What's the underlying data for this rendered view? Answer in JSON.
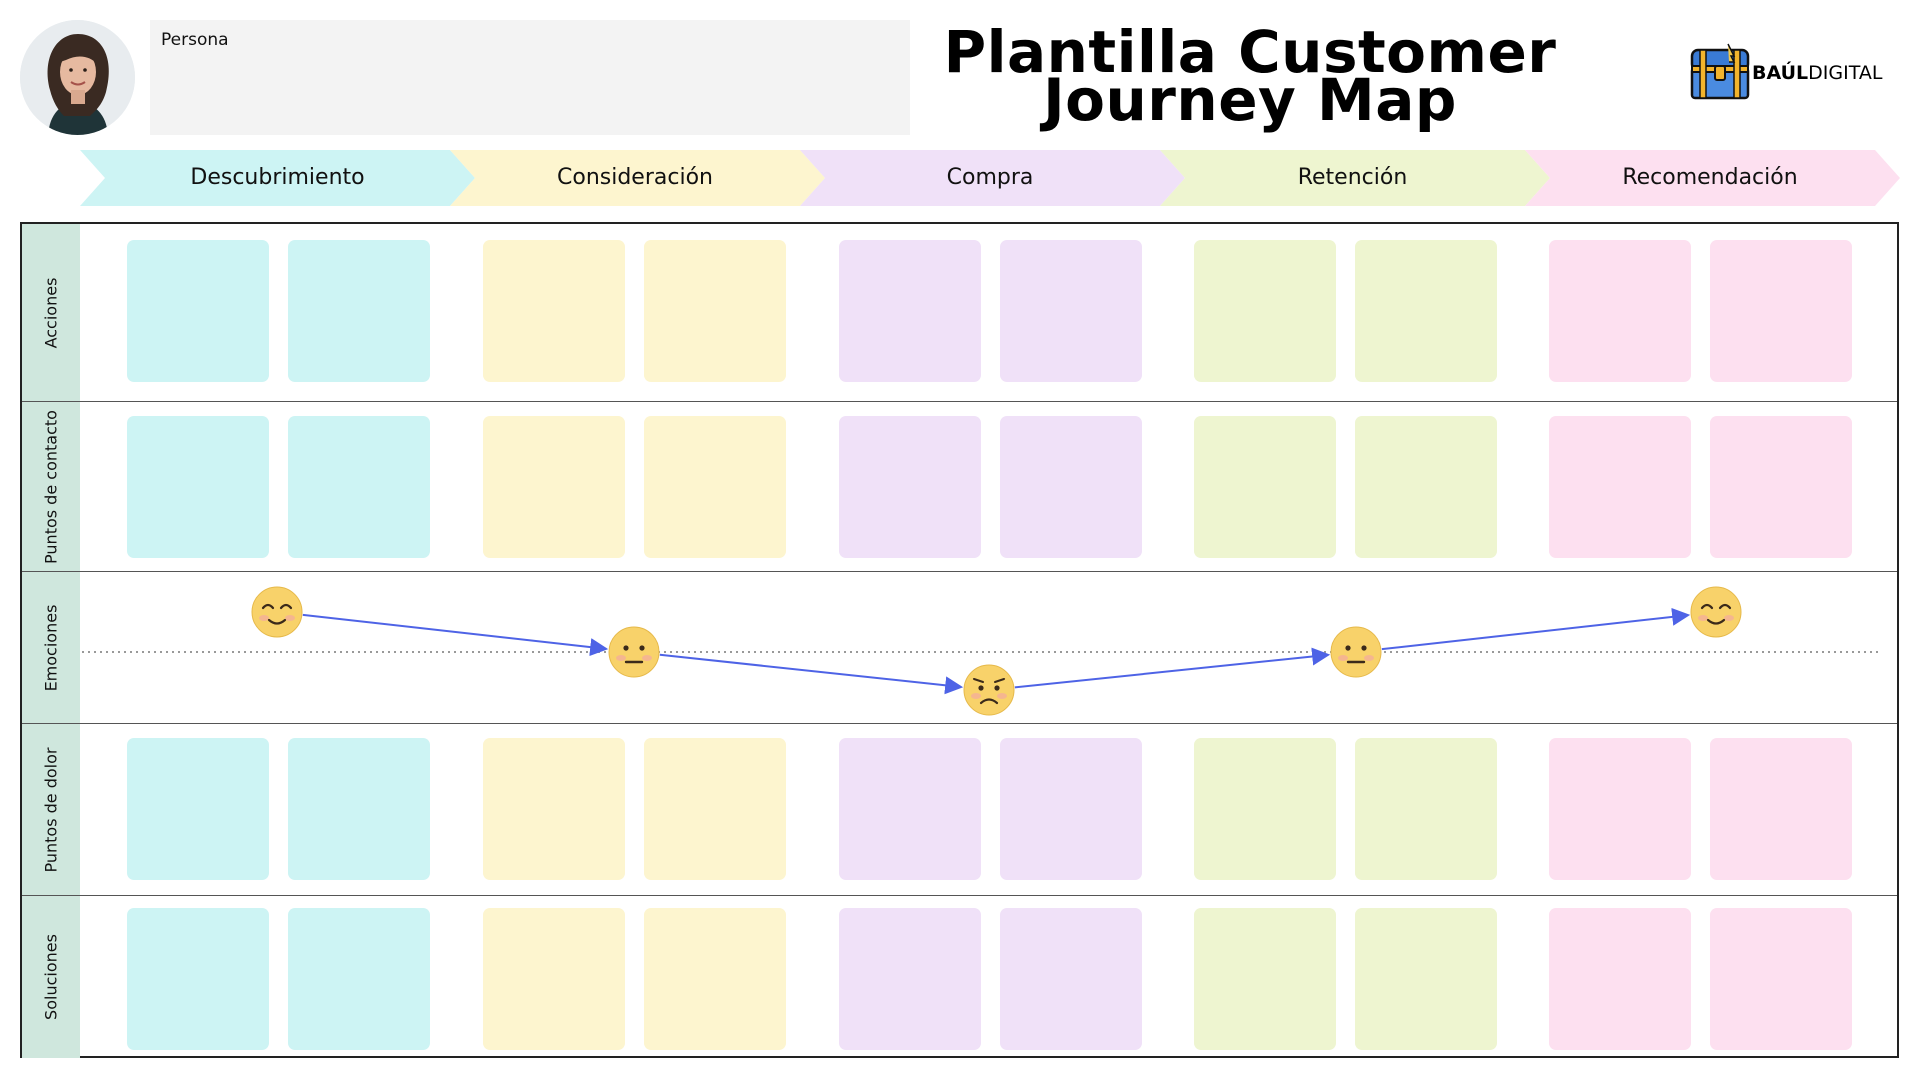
{
  "persona": {
    "label": "Persona"
  },
  "title": {
    "line1": "Plantilla Customer",
    "line2": "Journey Map"
  },
  "logo": {
    "bold": "BAÚL",
    "regular": "DIGITAL",
    "icon": "treasure-chest-icon"
  },
  "stages": [
    {
      "label": "Descubrimiento",
      "color": "#cdf4f4"
    },
    {
      "label": "Consideración",
      "color": "#fdf5cf"
    },
    {
      "label": "Compra",
      "color": "#f0e1f8"
    },
    {
      "label": "Retención",
      "color": "#eef5d0"
    },
    {
      "label": "Recomendación",
      "color": "#fde0f0"
    }
  ],
  "rows": [
    {
      "label": "Acciones"
    },
    {
      "label": "Puntos de contacto"
    },
    {
      "label": "Emociones"
    },
    {
      "label": "Puntos de dolor"
    },
    {
      "label": "Soluciones"
    }
  ],
  "emotions": [
    {
      "stage": "Descubrimiento",
      "mood": "happy",
      "level": 1
    },
    {
      "stage": "Consideración",
      "mood": "neutral",
      "level": 0
    },
    {
      "stage": "Compra",
      "mood": "sad",
      "level": -1
    },
    {
      "stage": "Retención",
      "mood": "neutral",
      "level": 0
    },
    {
      "stage": "Recomendación",
      "mood": "happy",
      "level": 1
    }
  ],
  "colors": {
    "row_label_bg": "#cfe7dd",
    "emotion_line": "#4e63e6",
    "face": "#f8d26a"
  }
}
